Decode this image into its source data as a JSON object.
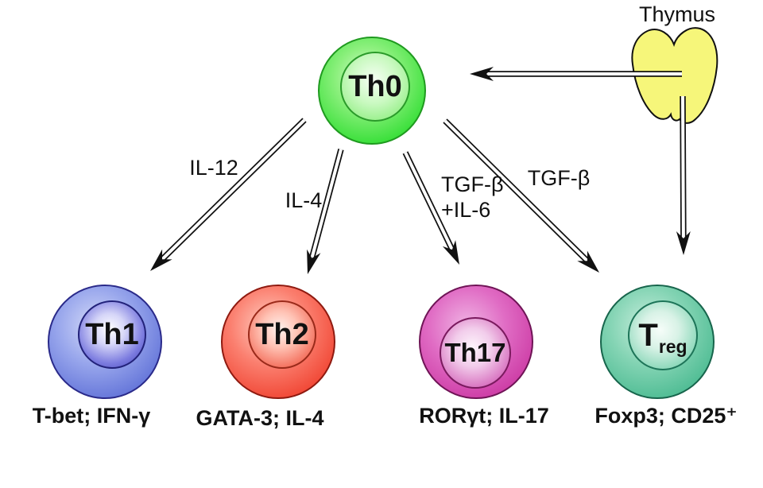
{
  "diagram": {
    "thymus": {
      "label": "Thymus",
      "fill": "#f6f67a",
      "outline": "#111111"
    },
    "cells": [
      {
        "id": "th0",
        "label": "Th0",
        "outer_color": "#2cc42c",
        "inner_color": "#c9f9c0",
        "caption": ""
      },
      {
        "id": "th1",
        "label": "Th1",
        "outer_color": "#6273d8",
        "inner_color": "#3c3cb4",
        "caption": "T-bet; IFN-γ"
      },
      {
        "id": "th2",
        "label": "Th2",
        "outer_color": "#f04432",
        "inner_color": "#ffc2b4",
        "caption": "GATA-3; IL-4"
      },
      {
        "id": "th17",
        "label": "Th17",
        "outer_color": "#c02894",
        "inner_color": "#f2cdeb",
        "caption": "RORγt; IL-17"
      },
      {
        "id": "treg",
        "label_main": "T",
        "label_sub": "reg",
        "outer_color": "#3aac84",
        "inner_color": "#d8f2e6",
        "caption": "Foxp3; CD25⁺"
      }
    ],
    "arrows": [
      {
        "from": "Th0",
        "to": "Th1",
        "label": "IL-12"
      },
      {
        "from": "Th0",
        "to": "Th2",
        "label": "IL-4"
      },
      {
        "from": "Th0",
        "to": "Th17",
        "label_line1": "TGF-β",
        "label_line2": "+IL-6"
      },
      {
        "from": "Th0",
        "to": "Treg",
        "label": "TGF-β"
      },
      {
        "from": "Thymus",
        "to": "Th0",
        "label": ""
      },
      {
        "from": "Thymus",
        "to": "Treg",
        "label": ""
      }
    ]
  }
}
